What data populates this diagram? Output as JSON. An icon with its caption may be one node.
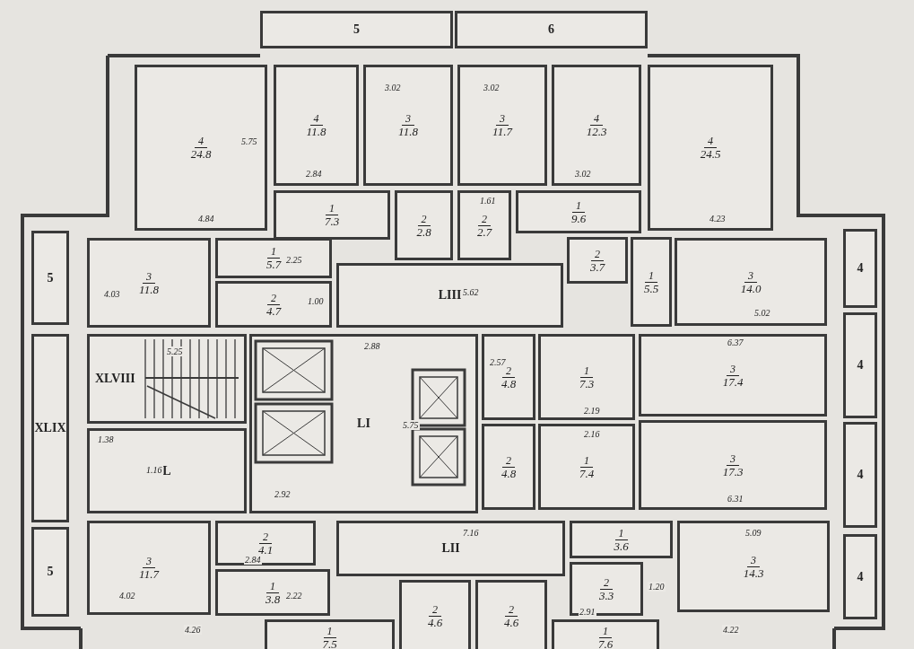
{
  "diagram": {
    "nodes": [
      {
        "text": [
          "5"
        ]
      },
      {
        "text": [
          "6"
        ]
      },
      {
        "text": [
          "4",
          "24.8"
        ]
      },
      {
        "text": [
          "4",
          "11.8"
        ]
      },
      {
        "text": [
          "3",
          "11.8"
        ]
      },
      {
        "text": [
          "3",
          "11.7"
        ]
      },
      {
        "text": [
          "4",
          "12.3"
        ]
      },
      {
        "text": [
          "4",
          "24.5"
        ]
      },
      {
        "text": [
          "1",
          "7.3"
        ]
      },
      {
        "text": [
          "2",
          "2.8"
        ]
      },
      {
        "text": [
          "2",
          "2.7"
        ]
      },
      {
        "text": [
          "1",
          "9.6"
        ]
      },
      {
        "text": [
          "5"
        ]
      },
      {
        "text": [
          "3",
          "11.8"
        ]
      },
      {
        "text": [
          "1",
          "5.7"
        ]
      },
      {
        "text": [
          "2",
          "4.7"
        ]
      },
      {
        "text": [
          "LIII"
        ]
      },
      {
        "text": [
          "2",
          "3.7"
        ]
      },
      {
        "text": [
          "1",
          "5.5"
        ]
      },
      {
        "text": [
          "3",
          "14.0"
        ]
      },
      {
        "text": [
          "4"
        ]
      },
      {
        "text": [
          "XLVIII"
        ]
      },
      {
        "text": [
          "XLIX"
        ]
      },
      {
        "text": [
          "L"
        ]
      },
      {
        "text": [
          "LI"
        ]
      },
      {
        "text": [
          "2",
          "4.8"
        ]
      },
      {
        "text": [
          "1",
          "7.3"
        ]
      },
      {
        "text": [
          "3",
          "17.4"
        ]
      },
      {
        "text": [
          "4"
        ]
      },
      {
        "text": [
          "2",
          "4.8"
        ]
      },
      {
        "text": [
          "1",
          "7.4"
        ]
      },
      {
        "text": [
          "3",
          "17.3"
        ]
      },
      {
        "text": [
          "4"
        ]
      },
      {
        "text": [
          "5"
        ]
      },
      {
        "text": [
          "3",
          "11.7"
        ]
      },
      {
        "text": [
          "2",
          "4.1"
        ]
      },
      {
        "text": [
          "1",
          "3.8"
        ]
      },
      {
        "text": [
          "LII"
        ]
      },
      {
        "text": [
          "1",
          "3.6"
        ]
      },
      {
        "text": [
          "2",
          "3.3"
        ]
      },
      {
        "text": [
          "3",
          "14.3"
        ]
      },
      {
        "text": [
          "4"
        ]
      },
      {
        "text": [
          "1",
          "7.5"
        ]
      },
      {
        "text": [
          "2",
          "4.6"
        ]
      },
      {
        "text": [
          "2",
          "4.6"
        ]
      },
      {
        "text": [
          "1",
          "7.6"
        ]
      }
    ],
    "labels": [
      "3.02",
      "3.02",
      "5.75",
      "2.84",
      "3.02",
      "4.84",
      "4.23",
      "4.03",
      "2.25",
      "1.00",
      "1.61",
      "5.62",
      "5.02",
      "6.37",
      "5.25",
      "2.88",
      "2.57",
      "5.75",
      "2.19",
      "2.16",
      "1.38",
      "1.16",
      "2.92",
      "7.16",
      "6.31",
      "5.09",
      "4.02",
      "2.84",
      "2.22",
      "1.20",
      "4.26",
      "2.91",
      "4.22"
    ]
  }
}
